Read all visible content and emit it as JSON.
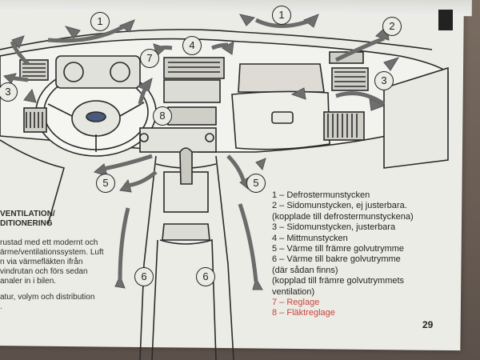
{
  "left_column": {
    "heading_line1": "VENTILATION/",
    "heading_line2": "DITIONERING",
    "lines": [
      "rustad med ett modernt och",
      "ärme/ventilationssystem. Luft",
      "n via värmefläkten ifrån",
      "vindrutan och förs sedan",
      "analer in i bilen.",
      "",
      "atur, volym och distribution",
      "."
    ]
  },
  "legend": [
    {
      "text": "1 – Defrostermunstycken",
      "highlight": false
    },
    {
      "text": "2 – Sidomunstycken, ej justerbara.",
      "highlight": false
    },
    {
      "text": "    (kopplade till defrostermunstyckena)",
      "highlight": false
    },
    {
      "text": "3 – Sidomunstycken, justerbara",
      "highlight": false
    },
    {
      "text": "4 – Mittmunstycken",
      "highlight": false
    },
    {
      "text": "5 – Värme till främre golvutrymme",
      "highlight": false
    },
    {
      "text": "6 – Värme till bakre golvutrymme",
      "highlight": false
    },
    {
      "text": "    (där sådan finns)",
      "highlight": false
    },
    {
      "text": "    (kopplad till främre golvutrymmets",
      "highlight": false
    },
    {
      "text": "    ventilation)",
      "highlight": false
    },
    {
      "text": "7 – Reglage",
      "highlight": true
    },
    {
      "text": "8 – Fläktreglage",
      "highlight": true
    }
  ],
  "callouts": {
    "c1a": "1",
    "c1b": "1",
    "c2": "2",
    "c3a": "3",
    "c3b": "3",
    "c4": "4",
    "c5a": "5",
    "c5b": "5",
    "c6a": "6",
    "c6b": "6",
    "c7": "7",
    "c8": "8"
  },
  "page_number": "29"
}
